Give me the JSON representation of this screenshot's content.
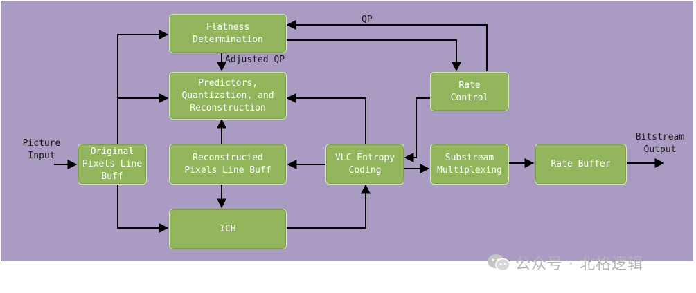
{
  "diagram": {
    "blocks": {
      "flatness": "Flatness\nDetermination",
      "predictors": "Predictors,\nQuantization, and\nReconstruction",
      "rate_control": "Rate\nControl",
      "original_buff": "Original\nPixels Line\nBuff",
      "recon_buff": "Reconstructed\nPixels Line Buff",
      "vlc": "VLC Entropy\nCoding",
      "substream": "Substream\nMultiplexing",
      "rate_buffer": "Rate Buffer",
      "ich": "ICH"
    },
    "labels": {
      "qp": "QP",
      "adjusted_qp": "Adjusted QP",
      "picture_input": "Picture\nInput",
      "bitstream_output": "Bitstream\nOutput"
    },
    "colors": {
      "background": "#a99bc2",
      "block": "#93b65d",
      "arrow": "#000000"
    }
  },
  "watermark": {
    "text": "公众号 · 北格逻辑",
    "icon": "wechat-icon"
  }
}
